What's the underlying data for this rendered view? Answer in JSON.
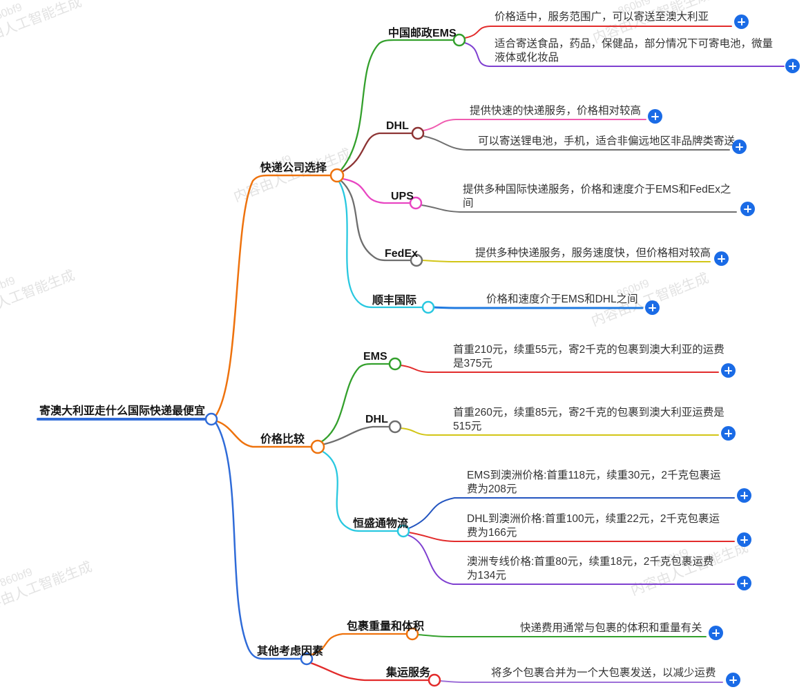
{
  "root": {
    "label": "寄澳大利亚走什么国际快递最便宜"
  },
  "watermark": {
    "hash": "860bf9",
    "text": "内容由人工智能生成"
  },
  "palette": {
    "blue": "#2f6bd8",
    "orange": "#ee720d",
    "green": "#33a02c",
    "dark_red": "#8d3434",
    "magenta": "#e845c2",
    "pink": "#f05cb0",
    "gray": "#6e6e6e",
    "cyan": "#29c8e0",
    "olive": "#d2c516",
    "red": "#e22b2b",
    "purple": "#7e3fd0",
    "lavender": "#9d6fd8",
    "dark_blue": "#2355c0",
    "leaf_blue": "#1f7ae0",
    "plus_blue": "#1a6be6",
    "node_fill": "#ffffff"
  },
  "branches": [
    {
      "label": "快递公司选择",
      "children": [
        {
          "label": "中国邮政EMS",
          "leaves": [
            {
              "text": "价格适中，服务范围广，可以寄送至澳大利亚"
            },
            {
              "text": "适合寄送食品，药品，保健品，部分情况下可寄电池，微量液体或化妆品"
            }
          ]
        },
        {
          "label": "DHL",
          "leaves": [
            {
              "text": "提供快速的快递服务，价格相对较高"
            },
            {
              "text": "可以寄送锂电池，手机，适合非偏远地区非品牌类寄送"
            }
          ]
        },
        {
          "label": "UPS",
          "leaves": [
            {
              "text": "提供多种国际快递服务，价格和速度介于EMS和FedEx之间"
            }
          ]
        },
        {
          "label": "FedEx",
          "leaves": [
            {
              "text": "提供多种快递服务，服务速度快，但价格相对较高"
            }
          ]
        },
        {
          "label": "顺丰国际",
          "leaves": [
            {
              "text": "价格和速度介于EMS和DHL之间"
            }
          ]
        }
      ]
    },
    {
      "label": "价格比较",
      "children": [
        {
          "label": "EMS",
          "leaves": [
            {
              "text": "首重210元，续重55元，寄2千克的包裹到澳大利亚的运费是375元"
            }
          ]
        },
        {
          "label": "DHL",
          "leaves": [
            {
              "text": "首重260元，续重85元，寄2千克的包裹到澳大利亚运费是515元"
            }
          ]
        },
        {
          "label": "恒盛通物流",
          "leaves": [
            {
              "text": "EMS到澳洲价格:首重118元，续重30元，2千克包裹运费为208元"
            },
            {
              "text": "DHL到澳洲价格:首重100元，续重22元，2千克包裹运费为166元"
            },
            {
              "text": "澳洲专线价格:首重80元，续重18元，2千克包裹运费为134元"
            }
          ]
        }
      ]
    },
    {
      "label": "其他考虑因素",
      "children": [
        {
          "label": "包裹重量和体积",
          "leaves": [
            {
              "text": "快递费用通常与包裹的体积和重量有关"
            }
          ]
        },
        {
          "label": "集运服务",
          "leaves": [
            {
              "text": "将多个包裹合并为一个大包裹发送，以减少运费"
            }
          ]
        }
      ]
    }
  ]
}
